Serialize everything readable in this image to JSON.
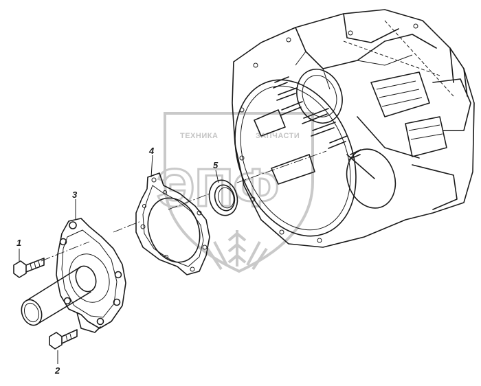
{
  "watermark": {
    "left_text": "ТЕХНИКА",
    "right_text": "ЗАПЧАСТИ",
    "logo_text": "ЭПФ",
    "color": "#c9c9c9"
  },
  "callouts": [
    {
      "id": "1",
      "label": "1"
    },
    {
      "id": "2",
      "label": "2"
    },
    {
      "id": "3",
      "label": "3"
    },
    {
      "id": "4",
      "label": "4"
    },
    {
      "id": "5",
      "label": "5"
    }
  ],
  "line_color": "#1a1a1a"
}
